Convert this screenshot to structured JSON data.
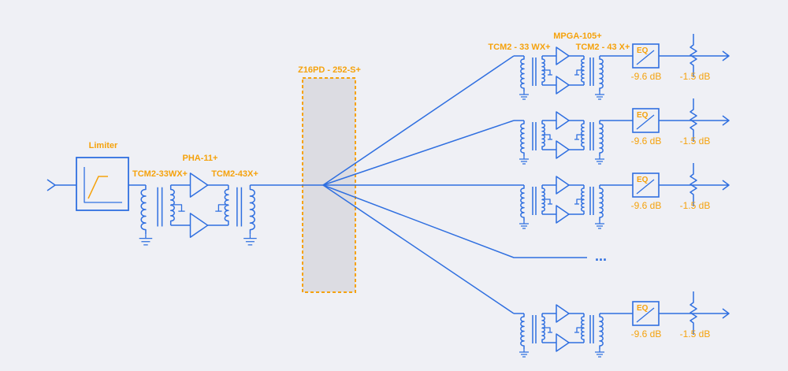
{
  "colors": {
    "wire": "#2f6fe0",
    "label": "#f5a20c",
    "splitter_fill": "#dcdce2",
    "background": "#eff0f5"
  },
  "input": {
    "limiter_label": "Limiter",
    "transformer_in_label": "TCM2-33WX+",
    "amp_label": "PHA-11+",
    "transformer_out_label": "TCM2-43X+"
  },
  "splitter": {
    "label": "Z16PD - 252-S+"
  },
  "channel_labels": {
    "amp_label": "MPGA-105+",
    "transformer_in_label": "TCM2 - 33 WX+",
    "transformer_out_label": "TCM2 - 43 X+",
    "eq_label": "EQ"
  },
  "channels": [
    {
      "eq_gain": "-9.6 dB",
      "attenuation": "-1.5 dB",
      "labeled": true
    },
    {
      "eq_gain": "-9.6 dB",
      "attenuation": "-1.5 dB",
      "labeled": false
    },
    {
      "eq_gain": "-9.6 dB",
      "attenuation": "-1.5 dB",
      "labeled": false
    },
    {
      "eq_gain": "-9.6 dB",
      "attenuation": "-1.5 dB",
      "labeled": false
    }
  ],
  "ellipsis": "..."
}
